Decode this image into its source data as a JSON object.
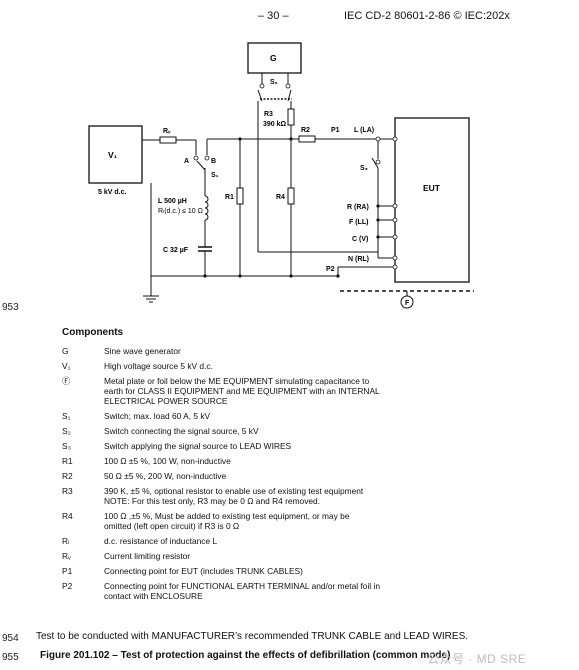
{
  "header": {
    "page_number": "– 30 –",
    "standard": "IEC CD-2 80601-2-86 © IEC:202x"
  },
  "line_numbers": {
    "l953": "953",
    "l954": "954",
    "l955": "955"
  },
  "circuit": {
    "G": "G",
    "S2": "S₂",
    "R3": "R3",
    "R3_value": "390 kΩ",
    "R2": "R2",
    "P1": "P1",
    "L_LA": "L (LA)",
    "V1": "V₁",
    "V1_value": "5 kV  d.c.",
    "Rv": "Rᵥ",
    "A": "A",
    "B": "B",
    "S1": "S₁",
    "R1": "R1",
    "R4": "R4",
    "S3": "S₃",
    "EUT": "EUT",
    "R_RA": "R (RA)",
    "F_LL": "F (LL)",
    "C_V": "C (V)",
    "N_RL": "N (RL)",
    "P2": "P2",
    "L_value": "L  500 µH",
    "RL_value": "Rₗ(d.c.) ≤ 10 Ω",
    "C_value": "C 32  µF",
    "F_symbol": "F"
  },
  "components": {
    "title": "Components",
    "items": [
      {
        "symbol": "G",
        "lines": [
          "Sine wave generator"
        ]
      },
      {
        "symbol": "V₁",
        "lines": [
          "High voltage source 5 kV d.c."
        ]
      },
      {
        "symbol": "Ⓕ",
        "lines": [
          "Metal plate or foil below the ME EQUIPMENT simulating capacitance to",
          "earth for CLASS II EQUIPMENT and ME EQUIPMENT with an INTERNAL",
          "ELECTRICAL POWER SOURCE"
        ]
      },
      {
        "symbol": "S₁",
        "lines": [
          "Switch; max. load 60 A, 5 kV"
        ]
      },
      {
        "symbol": "S₂",
        "lines": [
          "Switch connecting the signal source, 5 kV"
        ]
      },
      {
        "symbol": "S₃",
        "lines": [
          "Switch applying the signal source to LEAD WIRES"
        ]
      },
      {
        "symbol": "R1",
        "lines": [
          "100 Ω ±5 %, 100 W, non-inductive"
        ]
      },
      {
        "symbol": "R2",
        "lines": [
          "50 Ω ±5 %, 200 W, non-inductive"
        ]
      },
      {
        "symbol": "R3",
        "lines": [
          "390 K, ±5 %, optional resistor to enable use of existing test equipment",
          "NOTE: For this test only, R3 may be 0 Ω and R4 removed."
        ]
      },
      {
        "symbol": "R4",
        "lines": [
          "100 Ω ,±5 %, Must be added to existing test equipment, or may be",
          "omitted (left open circuit) if R3 is 0 Ω"
        ]
      },
      {
        "symbol": "Rₗ",
        "lines": [
          "d.c. resistance of inductance L"
        ]
      },
      {
        "symbol": "Rᵥ",
        "lines": [
          "Current limiting resistor"
        ]
      },
      {
        "symbol": "P1",
        "lines": [
          "Connecting point for EUT (includes TRUNK CABLES)"
        ]
      },
      {
        "symbol": "P2",
        "lines": [
          "Connecting point for FUNCTIONAL EARTH TERMINAL and/or metal foil in",
          "contact with ENCLOSURE"
        ]
      }
    ]
  },
  "note": "Test to be conducted with MANUFACTURER’s recommended TRUNK CABLE and LEAD WIRES.",
  "caption": "Figure 201.102 – Test of protection against the effects of defibrillation (common mode)",
  "watermark": "公众号 · MD SRE"
}
